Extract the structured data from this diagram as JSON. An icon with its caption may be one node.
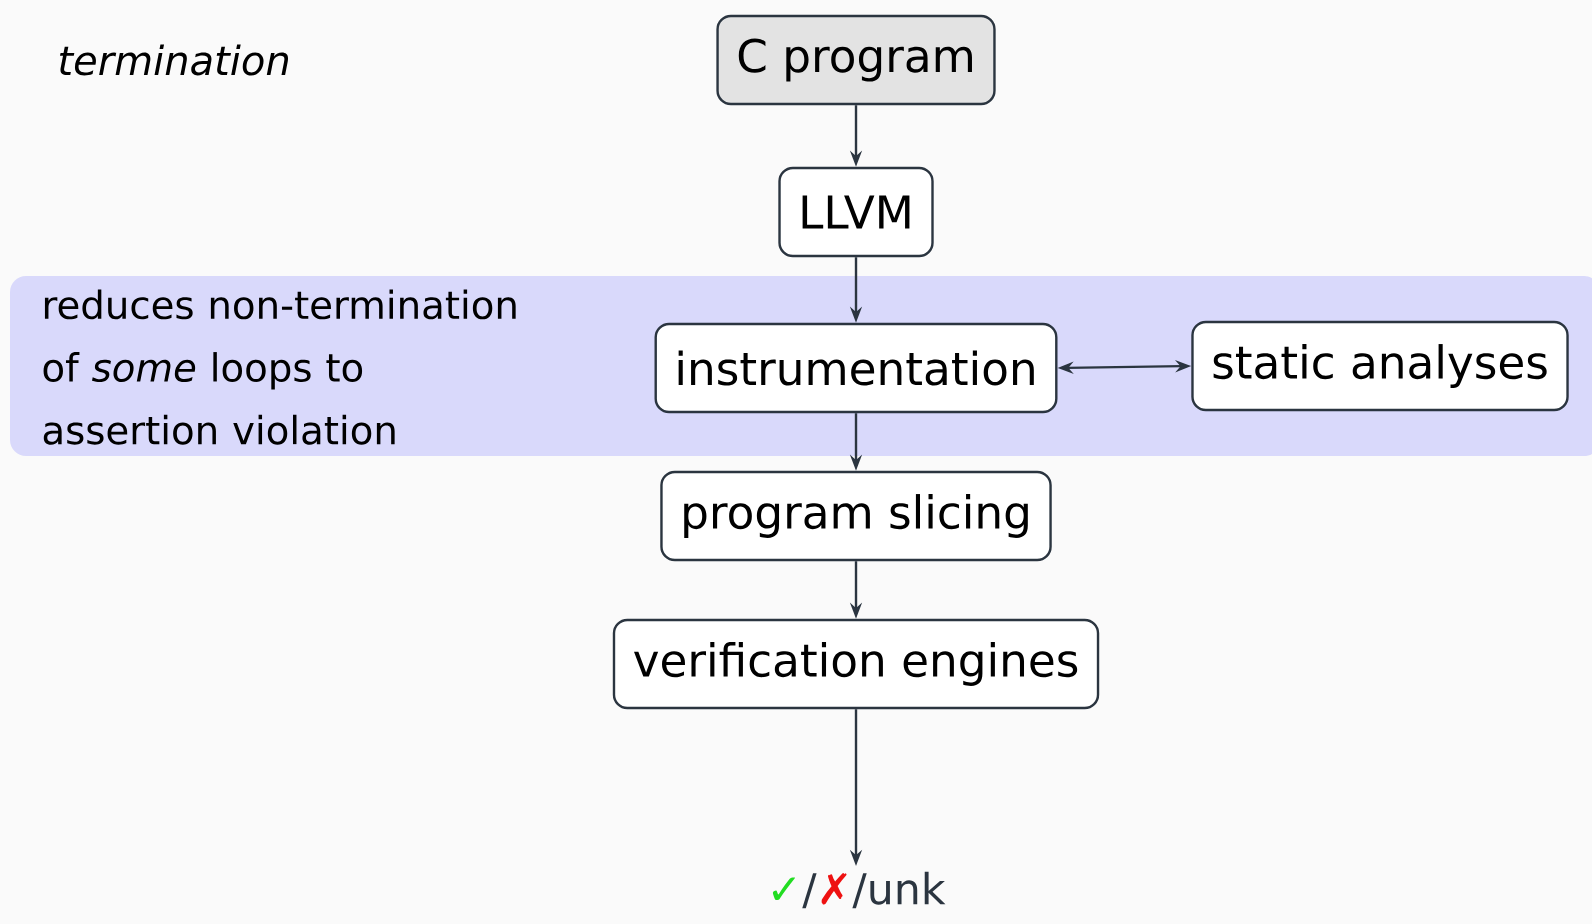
{
  "diagram": {
    "title": "termination",
    "nodes": [
      {
        "text": [
          "C program"
        ]
      },
      {
        "text": [
          "LLVM"
        ]
      },
      {
        "text": [
          "reduces non-termination of *some* loops to assertion violation"
        ]
      },
      {
        "text": [
          "instrumentation"
        ],
        "in": 2
      },
      {
        "text": [
          "static analyses"
        ],
        "in": 2
      },
      {
        "text": [
          "program slicing"
        ]
      },
      {
        "text": [
          "verification engines"
        ]
      },
      {
        "text": [
          "✓",
          "/",
          "✗",
          "/unk"
        ]
      }
    ],
    "edges": [
      {
        "from": 0,
        "to": 1,
        "arrow": "to"
      },
      {
        "from": 1,
        "to": 3,
        "arrow": "to"
      },
      {
        "from": 3,
        "to": 4,
        "arrow": "both"
      },
      {
        "from": 3,
        "to": 5,
        "arrow": "to"
      },
      {
        "from": 5,
        "to": 6,
        "arrow": "to"
      },
      {
        "from": 6,
        "to": 7,
        "arrow": "to"
      }
    ]
  }
}
